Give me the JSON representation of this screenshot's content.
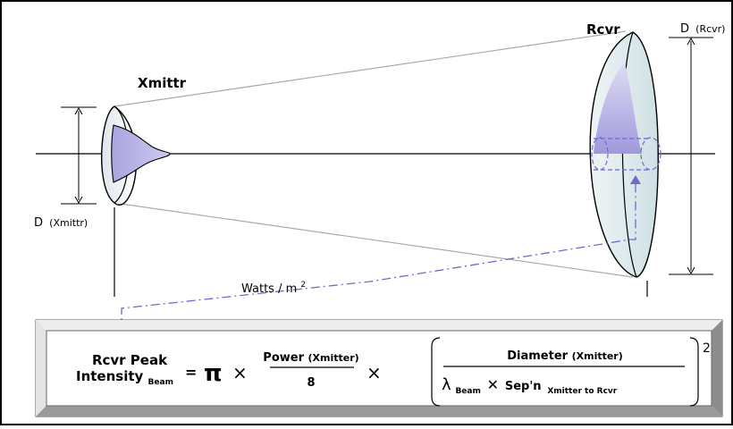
{
  "labels": {
    "xmitter": "Xmittr",
    "receiver": "Rcvr",
    "d_xmitter_main": "D",
    "d_xmitter_sub": "(Xmittr)",
    "d_receiver_main": "D",
    "d_receiver_sub": "(Rcvr)",
    "watts": "Watts / m",
    "watts_exp": "2"
  },
  "formula": {
    "lhs_line1": "Rcvr Peak",
    "lhs_line2": "Intensity",
    "lhs_sub": "Beam",
    "equals": "=",
    "pi": "π",
    "times1": "×",
    "frac1_num_main": "Power",
    "frac1_num_sub": "(Xmitter)",
    "frac1_den": "8",
    "times2": "×",
    "frac2_num_main": "Diameter",
    "frac2_num_sub": "(Xmitter)",
    "lambda": "λ",
    "lambda_sub": "Beam",
    "times3": "✕",
    "sep": "Sep'n",
    "sep_sub": "Xmitter to Rcvr",
    "exponent": "2"
  },
  "colors": {
    "beam_fill": "#b9b5e6",
    "beam_dark": "#8f88d4",
    "dash_line": "#6f6acb",
    "frame": "#cfcfcf",
    "frame_dark": "#8d8d8d",
    "frame_light": "#ededed"
  }
}
